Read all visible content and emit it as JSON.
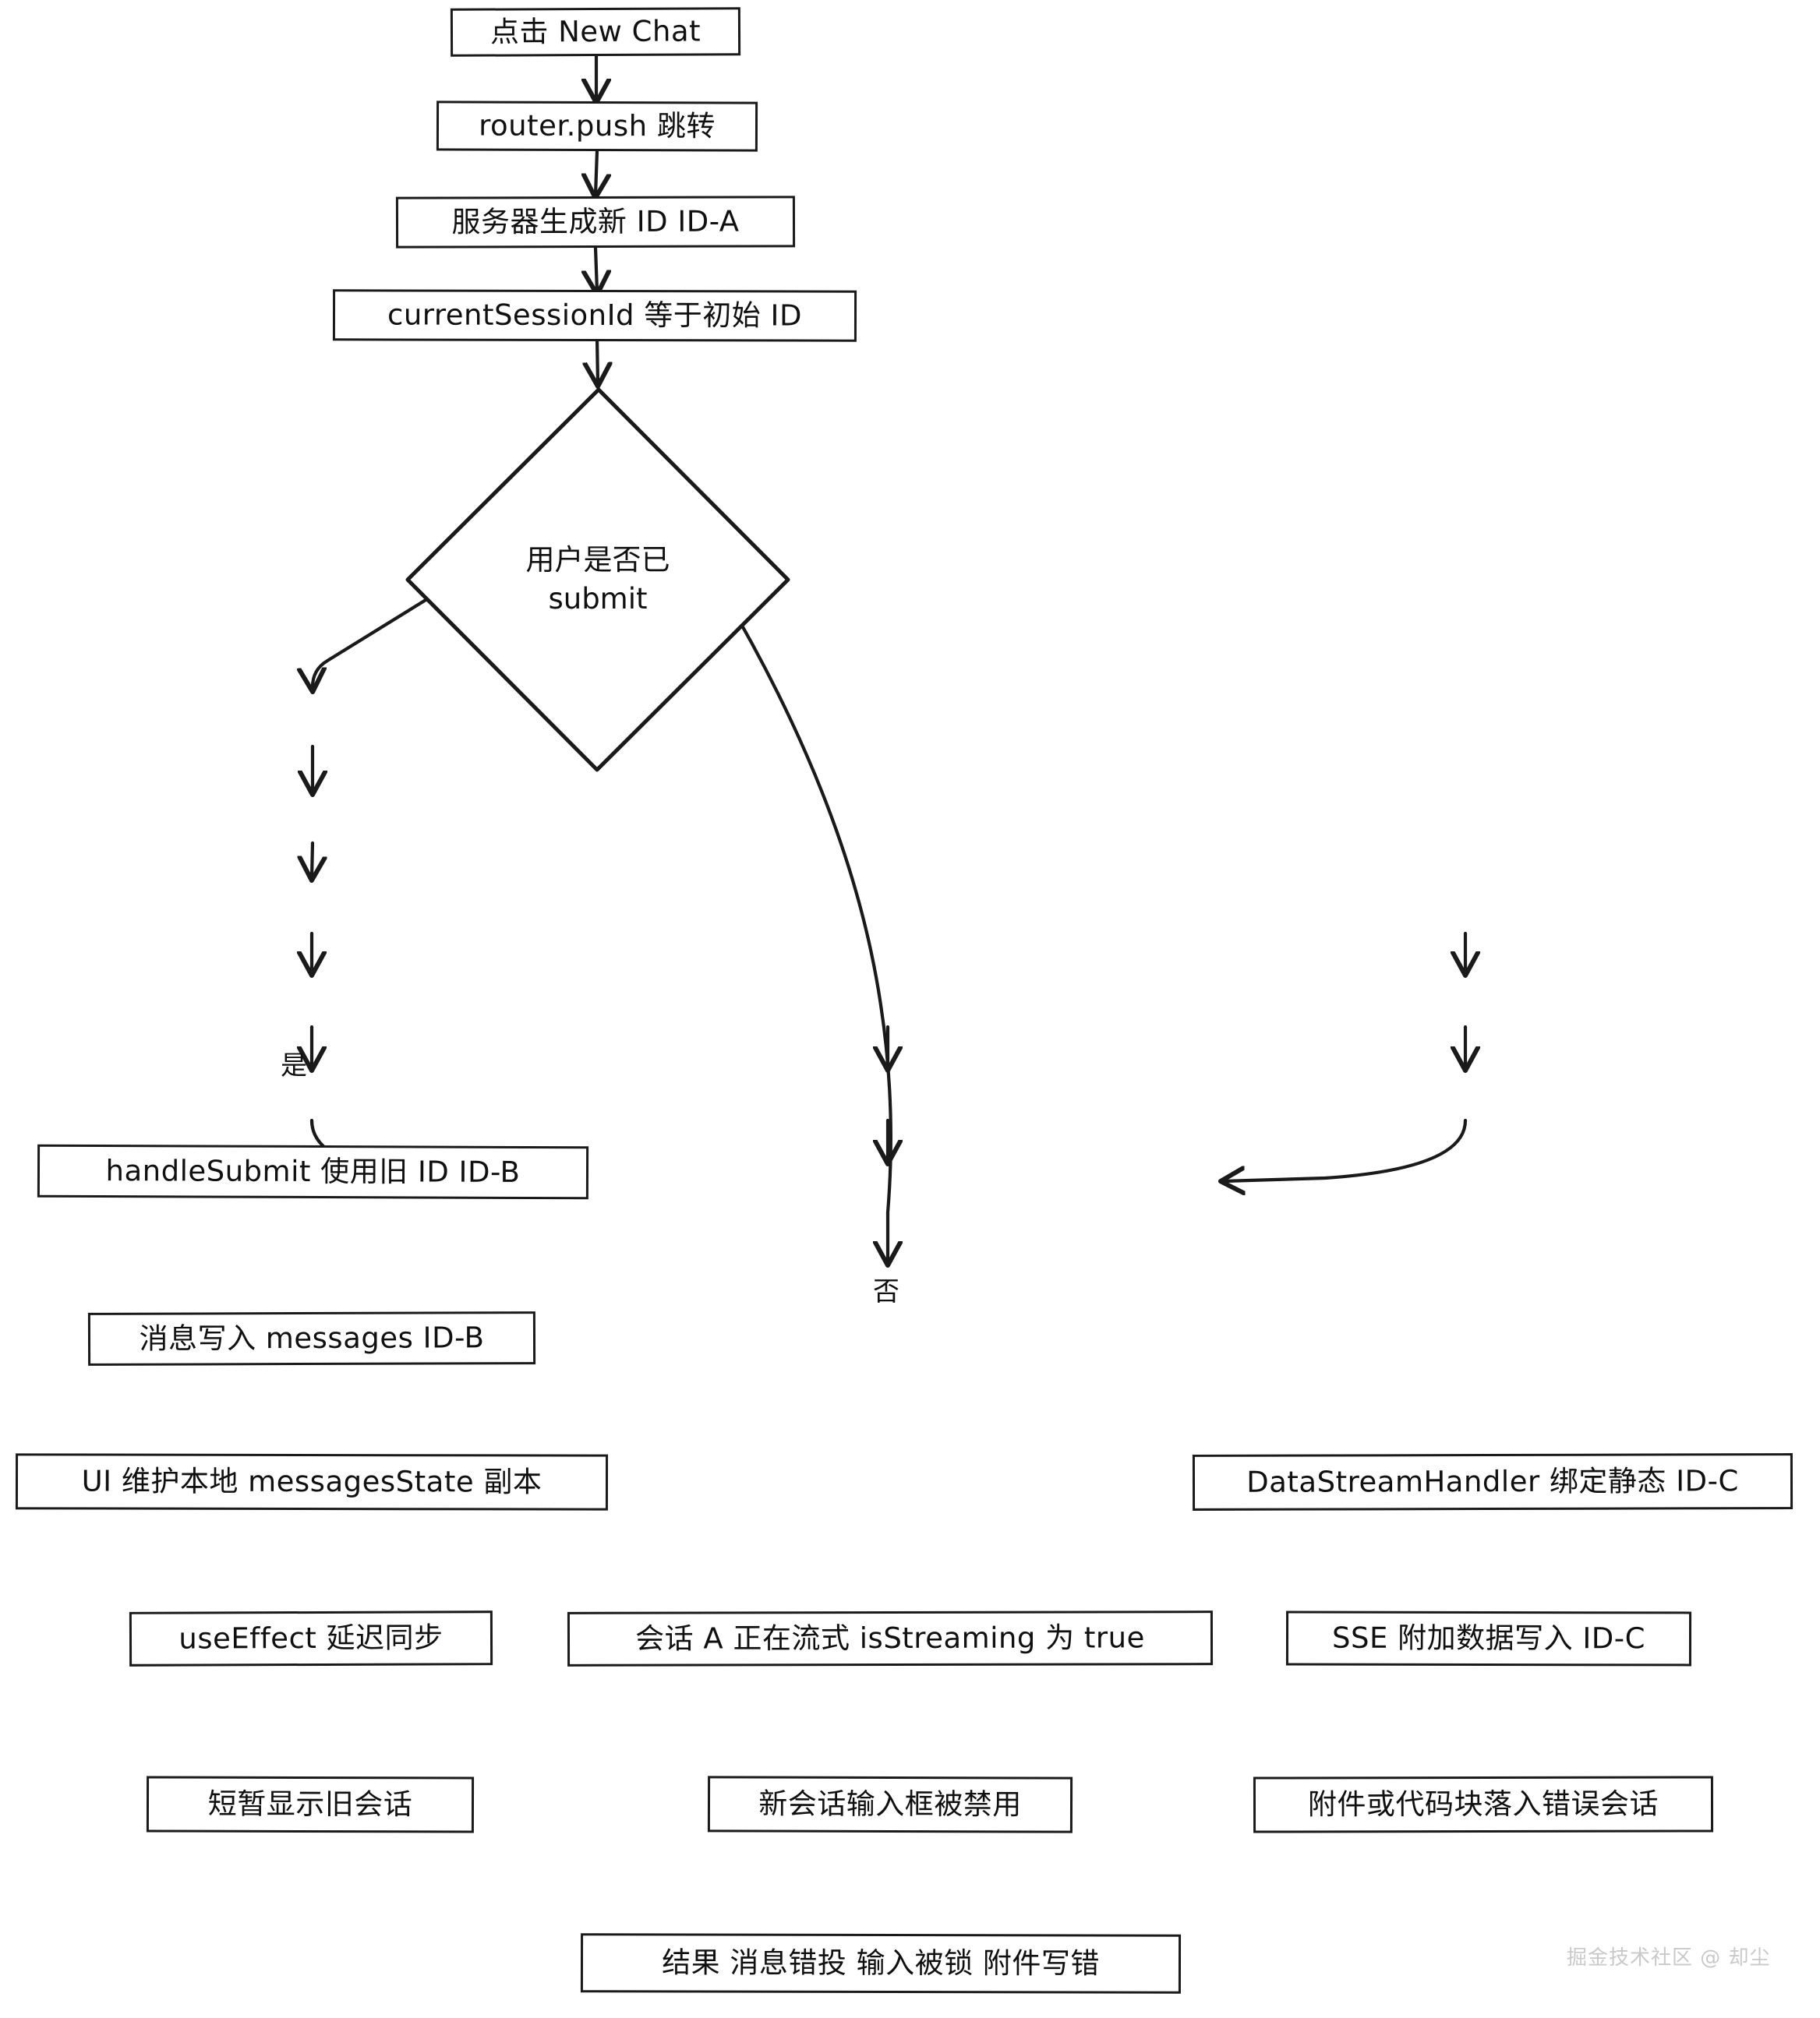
{
  "diagram": {
    "type": "flowchart",
    "direction": "top-down",
    "title": "",
    "style": "hand-drawn",
    "colors": {
      "stroke": "#1a1a1a",
      "fill": "#ffffff",
      "text": "#101010",
      "watermark": "#c9c9c9"
    },
    "nodes": [
      {
        "id": "n1",
        "shape": "rect",
        "label": "点击 New Chat"
      },
      {
        "id": "n2",
        "shape": "rect",
        "label": "router.push 跳转"
      },
      {
        "id": "n3",
        "shape": "rect",
        "label": "服务器生成新 ID ID-A"
      },
      {
        "id": "n4",
        "shape": "rect",
        "label": "currentSessionId 等于初始 ID"
      },
      {
        "id": "n5",
        "shape": "diamond",
        "label_line1": "用户是否已",
        "label_line2": "submit"
      },
      {
        "id": "n6",
        "shape": "rect",
        "label": "handleSubmit 使用旧 ID ID-B"
      },
      {
        "id": "n7",
        "shape": "rect",
        "label": "消息写入 messages ID-B"
      },
      {
        "id": "n8",
        "shape": "rect",
        "label": "UI 维护本地 messagesState 副本"
      },
      {
        "id": "n9",
        "shape": "rect",
        "label": "useEffect 延迟同步"
      },
      {
        "id": "n10",
        "shape": "rect",
        "label": "短暂显示旧会话"
      },
      {
        "id": "n11",
        "shape": "rect",
        "label": "会话 A 正在流式 isStreaming 为 true"
      },
      {
        "id": "n12",
        "shape": "rect",
        "label": "新会话输入框被禁用"
      },
      {
        "id": "n13",
        "shape": "rect",
        "label": "DataStreamHandler 绑定静态 ID-C"
      },
      {
        "id": "n14",
        "shape": "rect",
        "label": "SSE 附加数据写入 ID-C"
      },
      {
        "id": "n15",
        "shape": "rect",
        "label": "附件或代码块落入错误会话"
      },
      {
        "id": "n16",
        "shape": "rect",
        "label": "结果 消息错投 输入被锁 附件写错"
      }
    ],
    "edges": [
      {
        "from": "n1",
        "to": "n2",
        "label": ""
      },
      {
        "from": "n2",
        "to": "n3",
        "label": ""
      },
      {
        "from": "n3",
        "to": "n4",
        "label": ""
      },
      {
        "from": "n4",
        "to": "n5",
        "label": ""
      },
      {
        "from": "n5",
        "to": "n6",
        "label": "是"
      },
      {
        "from": "n5",
        "to": "n11",
        "label": "否"
      },
      {
        "from": "n6",
        "to": "n7",
        "label": ""
      },
      {
        "from": "n7",
        "to": "n8",
        "label": ""
      },
      {
        "from": "n8",
        "to": "n9",
        "label": ""
      },
      {
        "from": "n9",
        "to": "n10",
        "label": ""
      },
      {
        "from": "n11",
        "to": "n12",
        "label": ""
      },
      {
        "from": "n13",
        "to": "n14",
        "label": ""
      },
      {
        "from": "n14",
        "to": "n15",
        "label": ""
      },
      {
        "from": "n10",
        "to": "n16",
        "label": ""
      },
      {
        "from": "n12",
        "to": "n16",
        "label": ""
      },
      {
        "from": "n15",
        "to": "n16",
        "label": ""
      }
    ],
    "edge_labels": {
      "yes": "是",
      "no": "否"
    },
    "watermark": "掘金技术社区 @ 却尘"
  }
}
